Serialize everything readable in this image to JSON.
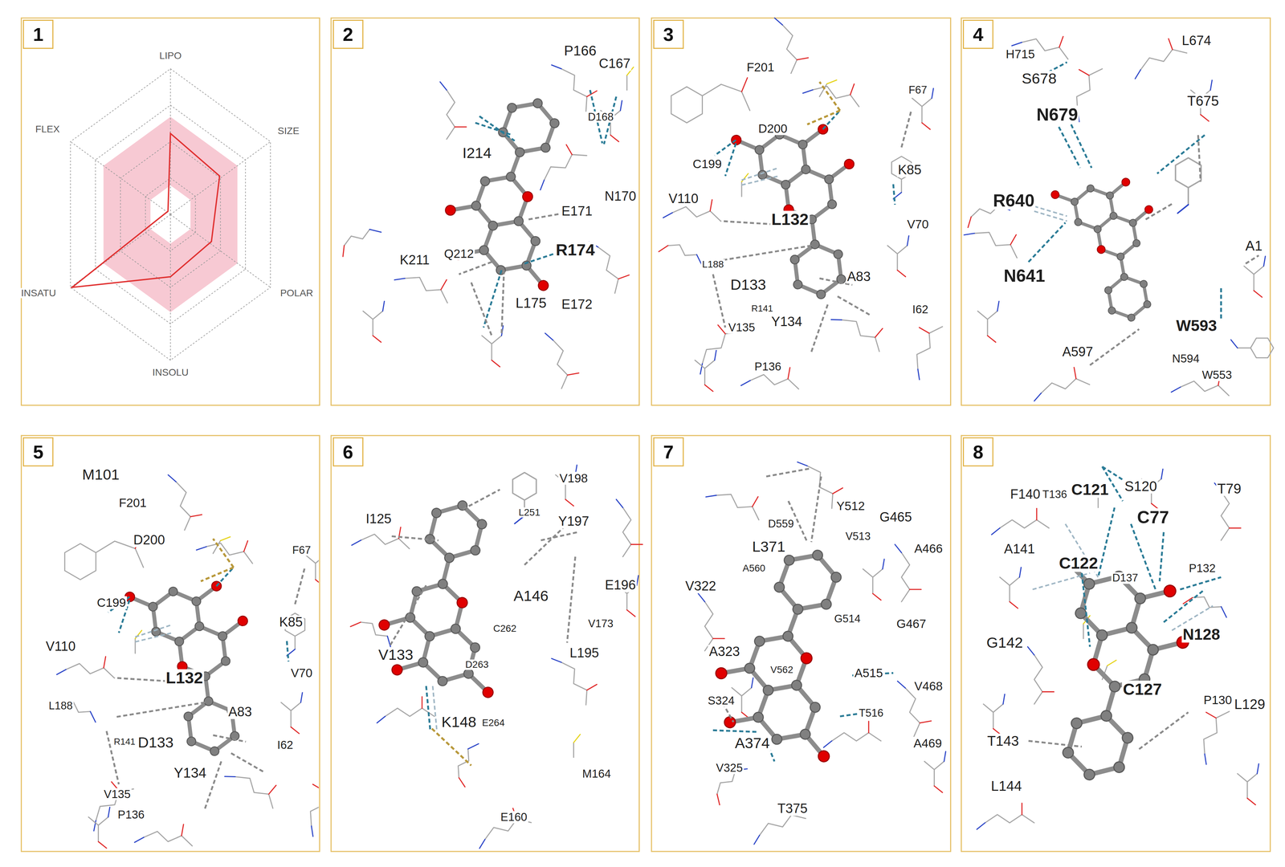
{
  "diagram": {
    "nodes": [
      {
        "text": [
          "1"
        ]
      },
      {
        "text": [
          "2"
        ]
      },
      {
        "text": [
          "3"
        ]
      },
      {
        "text": [
          "4"
        ]
      },
      {
        "text": [
          "5"
        ]
      },
      {
        "text": [
          "6"
        ]
      },
      {
        "text": [
          "7"
        ]
      },
      {
        "text": [
          "8"
        ]
      }
    ],
    "labels": [
      "LIPO",
      "SIZE",
      "POLAR",
      "INSOLU",
      "INSATU",
      "FLEX",
      "P166",
      "C167",
      "D168",
      "I214",
      "E171",
      "N170",
      "R174",
      "K211",
      "Q212",
      "L175",
      "E172",
      "F201",
      "F67",
      "D200",
      "C199",
      "K85",
      "V110",
      "L132",
      "V70",
      "L188",
      "D133",
      "A83",
      "I62",
      "R141",
      "Y134",
      "V135",
      "P136",
      "H715",
      "L674",
      "S678",
      "T675",
      "N679",
      "R640",
      "N641",
      "A1",
      "W593",
      "A597",
      "N594",
      "W553",
      "M101",
      "F201",
      "D200",
      "C199",
      "V110",
      "L132",
      "F67",
      "K85",
      "V70",
      "L188",
      "R141",
      "D133",
      "A83",
      "I62",
      "Y134",
      "V135",
      "P136",
      "V198",
      "I125",
      "L251",
      "Y197",
      "A146",
      "E196",
      "C262",
      "V173",
      "V133",
      "L195",
      "D263",
      "K148",
      "E264",
      "M164",
      "E160",
      "D559",
      "Y512",
      "G465",
      "L371",
      "A560",
      "V513",
      "A466",
      "V322",
      "G514",
      "G467",
      "A323",
      "V562",
      "A515",
      "V468",
      "S324",
      "T516",
      "A374",
      "A469",
      "V325",
      "T375",
      "F140",
      "T136",
      "C121",
      "S120",
      "T79",
      "C77",
      "A141",
      "C122",
      "P132",
      "D137",
      "G142",
      "N128",
      "C127",
      "P130",
      "L129",
      "T143",
      "L144"
    ]
  }
}
